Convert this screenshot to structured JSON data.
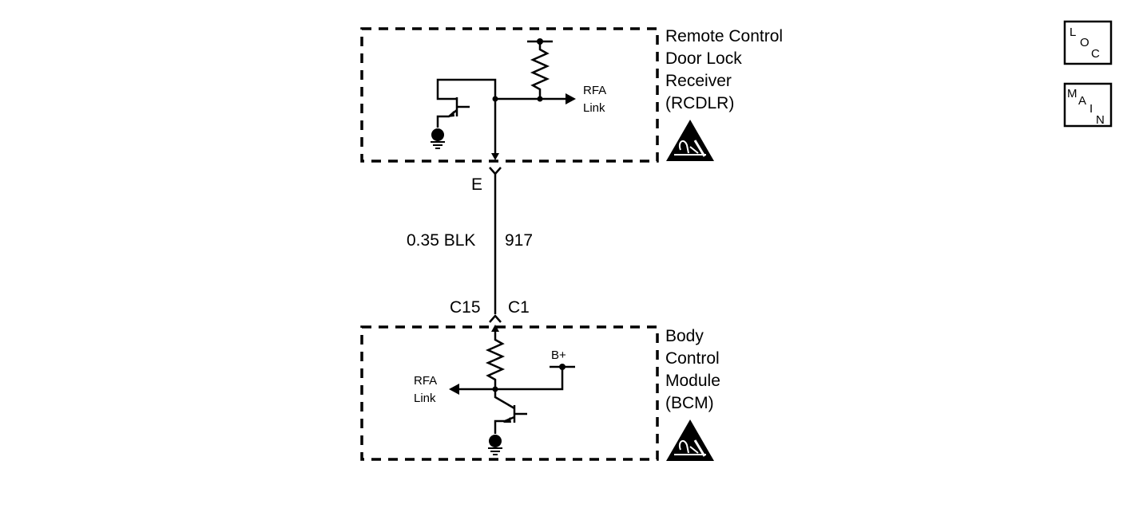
{
  "rcdlr": {
    "title_lines": [
      "Remote Control",
      "Door Lock",
      "Receiver",
      "(RCDLR)"
    ],
    "rfa_label": [
      "RFA",
      "Link"
    ]
  },
  "bcm": {
    "title_lines": [
      "Body",
      "Control",
      "Module",
      "(BCM)"
    ],
    "rfa_label": [
      "RFA",
      "Link"
    ],
    "power_label": "B+"
  },
  "connectors": {
    "top_pin": "E",
    "bottom_left_pin": "C15",
    "bottom_right_pin": "C1"
  },
  "wire": {
    "gauge_color": "0.35 BLK",
    "circuit": "917"
  },
  "nav": {
    "loc": [
      "L",
      "O",
      "C"
    ],
    "main": [
      "M",
      "A",
      "I",
      "N"
    ]
  },
  "icons": {
    "esd": "esd-warning-icon",
    "ground": "ground-icon",
    "transistor": "transistor-icon",
    "resistor": "resistor-icon"
  }
}
